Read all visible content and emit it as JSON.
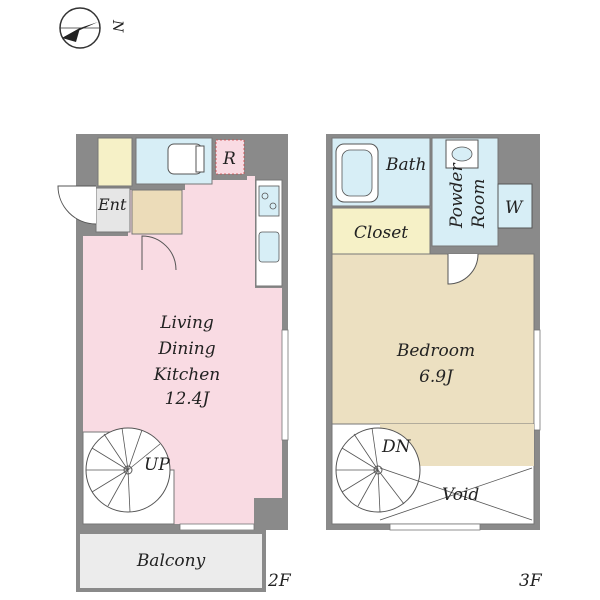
{
  "compass": {
    "label": "N"
  },
  "floor2": {
    "floor_label": "2F",
    "rooms": {
      "entrance": "Ent",
      "refrigerator": "R",
      "ldk": {
        "line1": "Living",
        "line2": "Dining",
        "line3": "Kitchen",
        "size": "12.4J"
      },
      "stairs": "UP",
      "balcony": "Balcony"
    }
  },
  "floor3": {
    "floor_label": "3F",
    "rooms": {
      "bath": "Bath",
      "powder_room": {
        "line1": "Powder",
        "line2": "Room"
      },
      "washer": "W",
      "closet": "Closet",
      "bedroom": {
        "name": "Bedroom",
        "size": "6.9J"
      },
      "stairs": "DN",
      "void": "Void"
    }
  },
  "colors": {
    "wall": "#8a8a8a",
    "ldk": "#f9dbe3",
    "bedroom": "#ece0c1",
    "closet": "#f6f1c7",
    "bath": "#d7eef6",
    "balcony": "#ececec",
    "entrance": "#e6e6e6",
    "storage": "#ecdcb9"
  }
}
